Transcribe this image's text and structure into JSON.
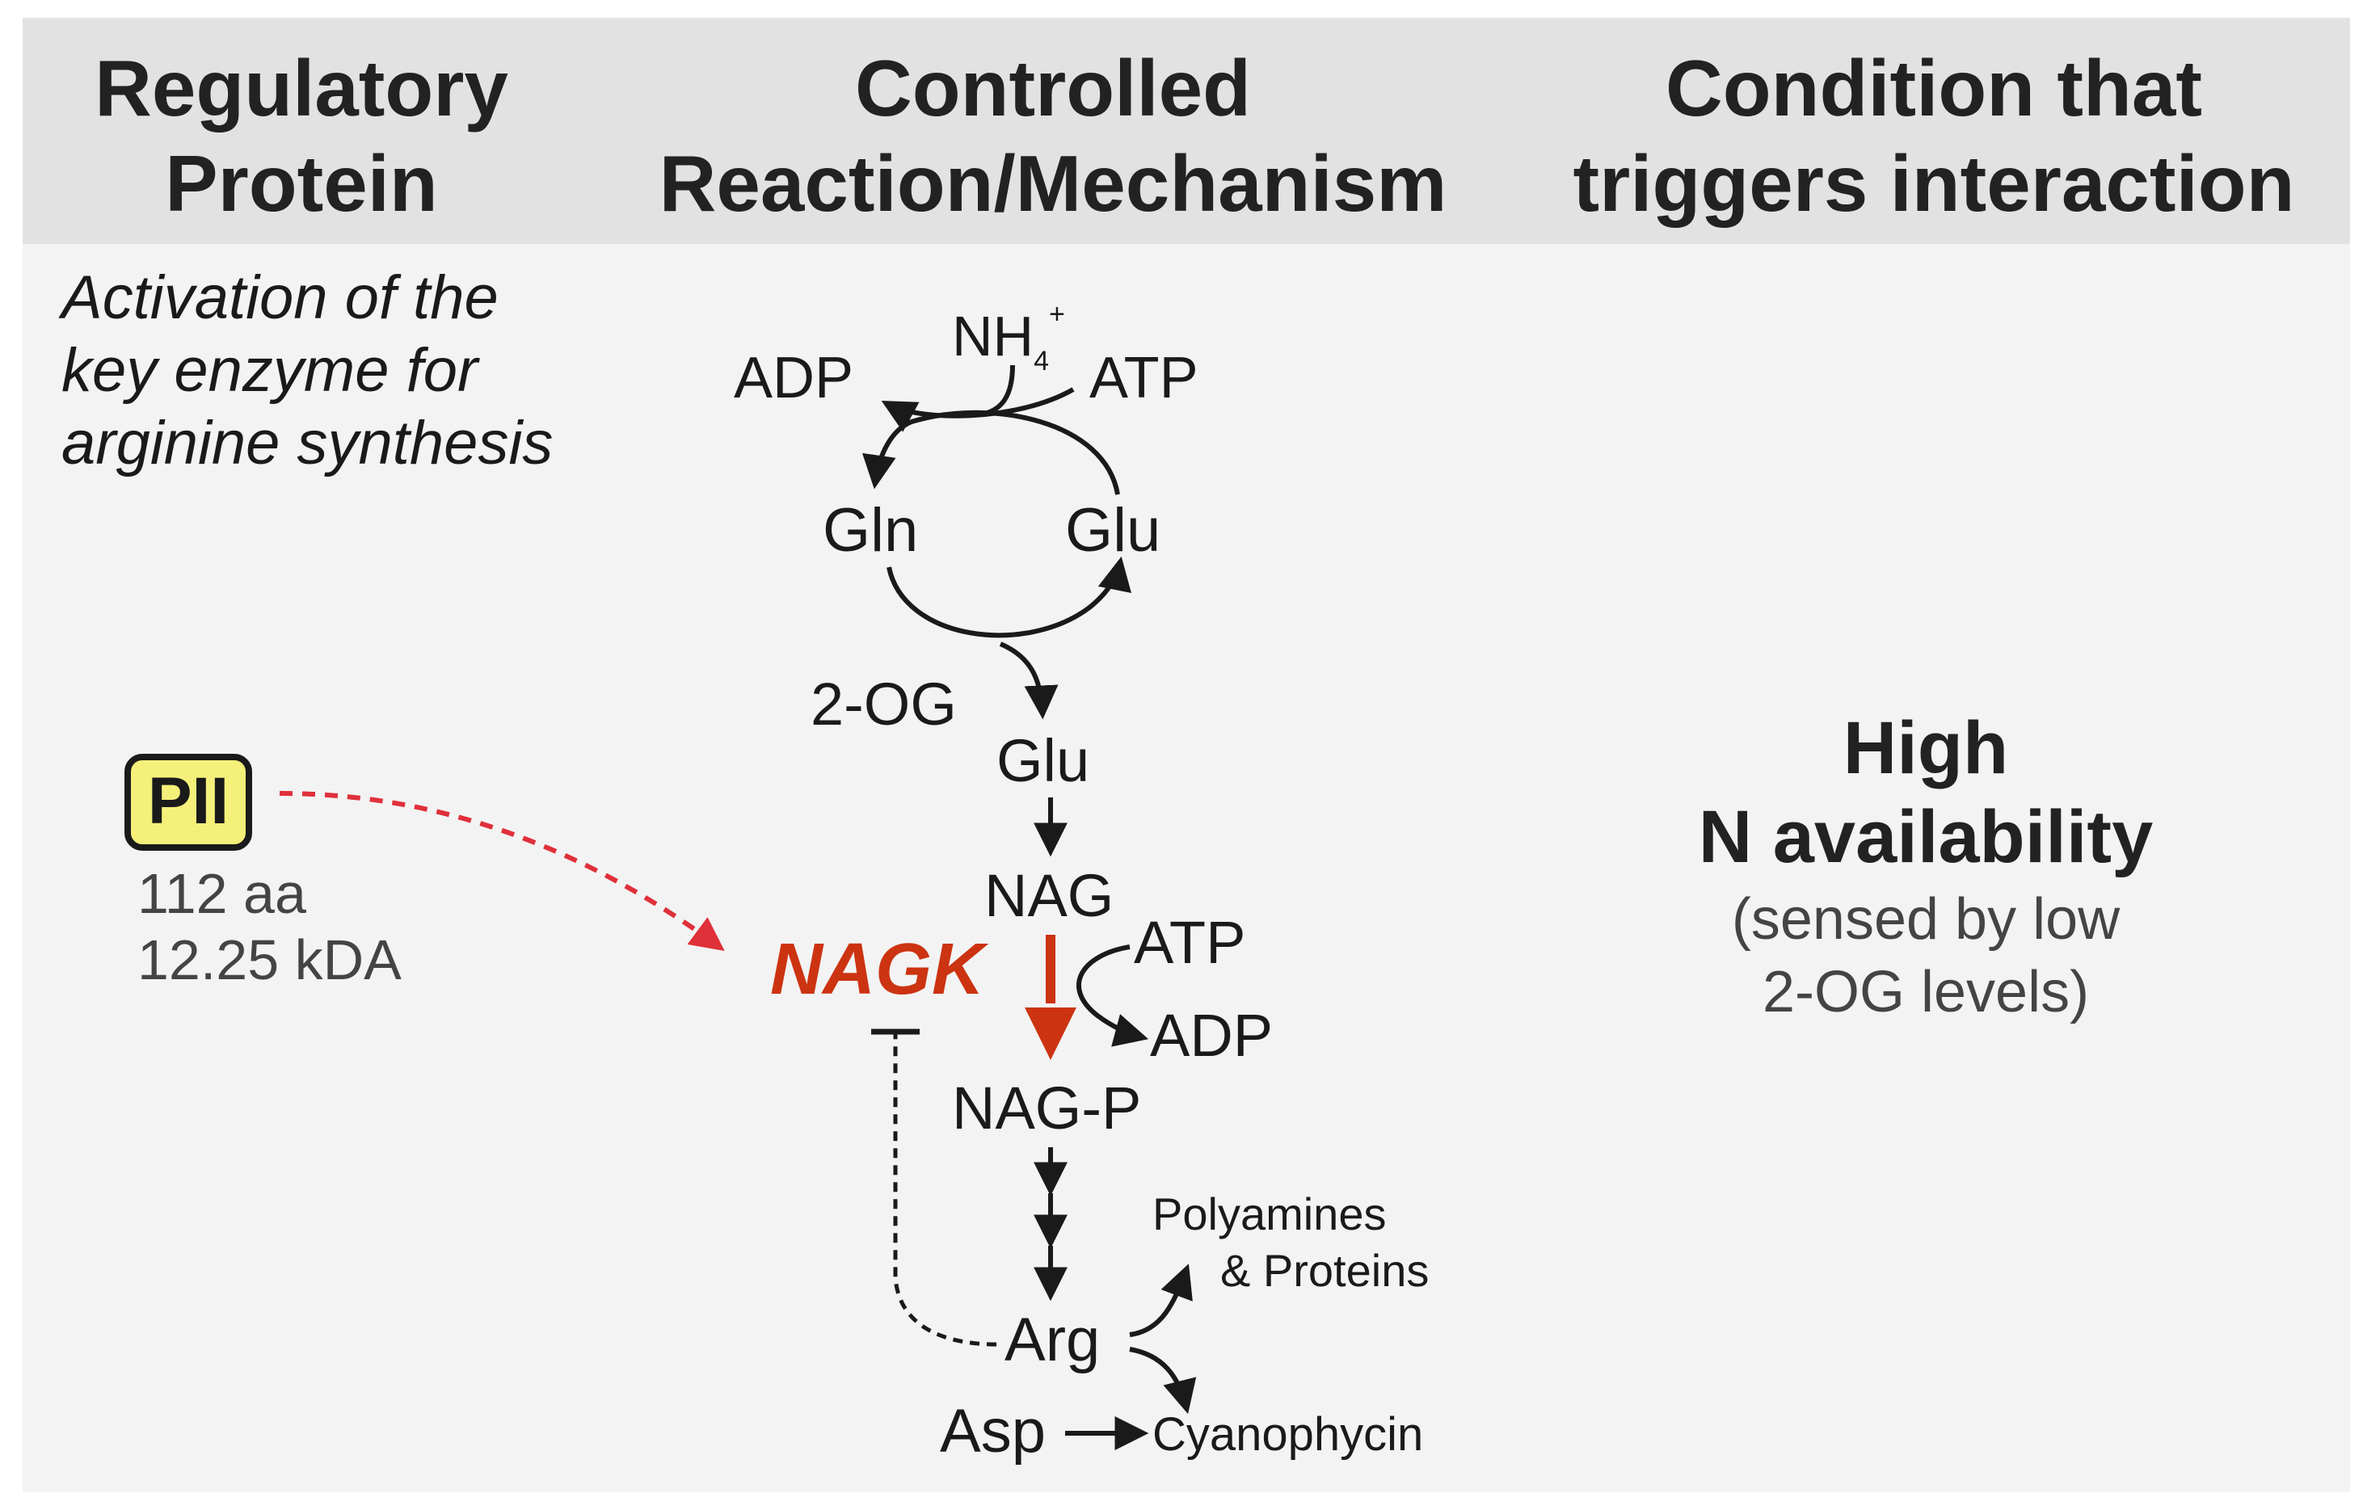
{
  "headers": {
    "col1": [
      "Regulatory",
      "Protein"
    ],
    "col2": [
      "Controlled",
      "Reaction/Mechanism"
    ],
    "col3": [
      "Condition that",
      "triggers interaction"
    ]
  },
  "description": [
    "Activation of the",
    "key enzyme for",
    "arginine synthesis"
  ],
  "protein": {
    "name": "PII",
    "size_aa": "112 aa",
    "mass": "12.25 kDA"
  },
  "pathway": {
    "nh4": "NH",
    "nh4_sub": "4",
    "nh4_sup": "+",
    "adp_top": "ADP",
    "atp_top": "ATP",
    "gln": "Gln",
    "glu_cycle": "Glu",
    "og": "2-OG",
    "glu": "Glu",
    "nag": "NAG",
    "nagk": "NAGK",
    "atp_nagk": "ATP",
    "adp_nagk": "ADP",
    "nagp": "NAG-P",
    "polyamines": "Polyamines",
    "proteins": "& Proteins",
    "arg": "Arg",
    "asp": "Asp",
    "cyanophycin": "Cyanophycin"
  },
  "condition": {
    "line1": "High",
    "line2": "N availability",
    "line3": "(sensed by low",
    "line4": "2-OG levels)"
  },
  "colors": {
    "header_bg": "#e2e2e2",
    "panel_bg": "#f3f3f3",
    "nagk_red": "#cc3311",
    "pii_fill": "#f5f07a",
    "dashed_red": "#e0303a",
    "text_dark": "#1a1a1a",
    "text_gray": "#444444"
  }
}
